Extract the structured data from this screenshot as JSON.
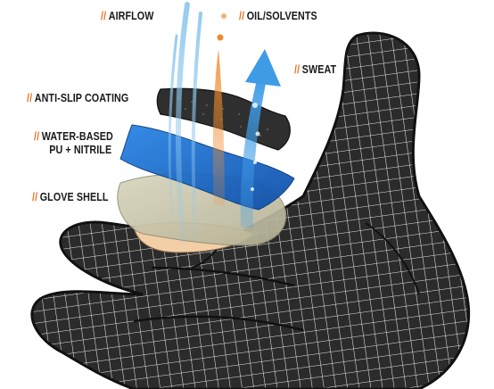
{
  "labels": {
    "prefix": "//",
    "airflow": "AIRFLOW",
    "oil_solvents": "OIL/SOLVENTS",
    "sweat": "SWEAT",
    "anti_slip": "ANTI-SLIP COATING",
    "water_based_line1": "WATER-BASED",
    "water_based_line2": "PU + NITRILE",
    "glove_shell": "GLOVE SHELL"
  },
  "colors": {
    "accent": "#e8731e",
    "text": "#1a1a1a",
    "glove": "#2b2b2b",
    "grid": "#e6e6e6",
    "anti_slip_layer": "#2f2f2f",
    "pu_nitrile_layer": "#1e6fd0",
    "shell_layer": "#c9c6a9",
    "airflow": "#8fc9ee",
    "oil": "#f08a2c",
    "sweat": "#3e9be6"
  },
  "icons": [
    "airflow-arrows",
    "oil-droplet",
    "sweat-arrow"
  ]
}
